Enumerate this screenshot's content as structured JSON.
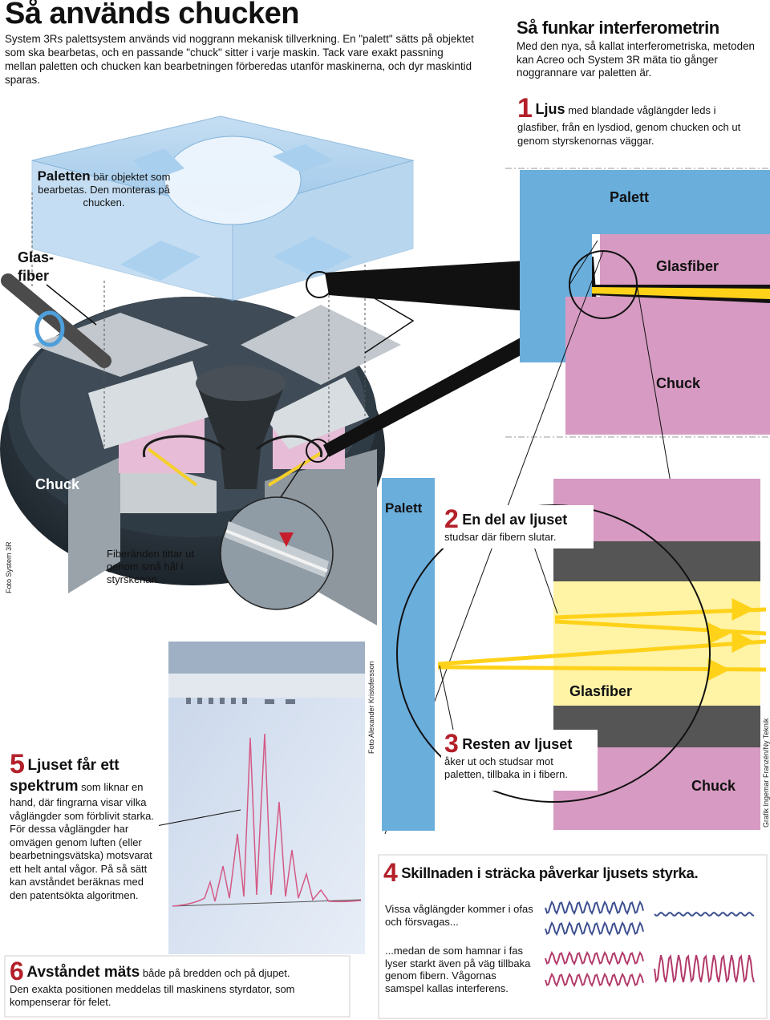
{
  "title": "Så används chucken",
  "intro": "System 3Rs palettsystem används vid noggrann mekanisk tillverkning. En \"palett\" sätts på objektet som ska bearbetas, och en passande \"chuck\" sitter i varje maskin. Tack vare exakt passning mellan paletten och chucken kan bearbetningen förberedas utanför maskinerna, och dyr maskintid sparas.",
  "left_labels": {
    "paletten_bold": "Paletten",
    "paletten_text": "bär objektet som bearbetas. Den monteras på chucken.",
    "glasfiber_line1": "Glas-",
    "glasfiber_line2": "fiber",
    "chuck": "Chuck",
    "fiberanden": "Fiberänden tittar ut genom små hål i styrskenan."
  },
  "right_header": {
    "title": "Så funkar interferometrin",
    "text": "Med den nya, så kallat interferometriska, metoden kan Acreo och System 3R mäta tio gånger noggrannare var paletten är."
  },
  "steps": [
    {
      "number": "1",
      "heading": "Ljus",
      "text": "med blandade våglängder leds i glasfiber, från en lysdiod, genom chucken och ut genom styrskenornas väggar."
    },
    {
      "number": "2",
      "heading": "En del av ljuset",
      "text": "studsar där fibern slutar."
    },
    {
      "number": "3",
      "heading": "Resten av ljuset",
      "text": "åker ut och studsar mot paletten, tillbaka in i fibern."
    },
    {
      "number": "4",
      "heading": "Skillnaden i sträcka påverkar ljusets styrka.",
      "text_a": "Vissa våglängder kommer i ofas och försvagas...",
      "text_b": "...medan de som hamnar i fas lyser starkt även på väg tillbaka genom fibern. Vågornas samspel kallas interferens."
    },
    {
      "number": "5",
      "heading": "Ljuset får ett spektrum",
      "text": "som liknar en hand, där fingrarna visar vilka våglängder som förblivit starka. För dessa våglängder har omvägen genom luften (eller bearbetningsvätska) motsvarat ett helt antal vågor. På så sätt kan avståndet beräknas med den patentsökta algoritmen."
    },
    {
      "number": "6",
      "heading": "Avståndet mäts",
      "text": "både på bredden och på djupet.",
      "text2": "Den exakta positionen meddelas till maskinens styrdator, som kompenserar för felet."
    }
  ],
  "diagram_labels": {
    "palett_top": "Palett",
    "glasfiber_top": "Glasfiber",
    "chuck_top": "Chuck",
    "palett_bottom": "Palett",
    "glasfiber_bottom": "Glasfiber",
    "chuck_bottom": "Chuck"
  },
  "credits": {
    "photo_left": "Foto System 3R",
    "photo_mid": "Foto Alexander Kristofersson",
    "graphic": "Grafik Ingemar Franzén/Ny Teknik"
  },
  "colors": {
    "palett_blue": "#6aaedc",
    "chuck_pink": "#d79ac2",
    "glasfiber_yellow": "#fff3a6",
    "fiber_yellow": "#ffd21a",
    "dark_band": "#555555",
    "number_red": "#b3202a",
    "wave_blue": "#3d4f8f",
    "wave_red": "#b23a6a"
  }
}
